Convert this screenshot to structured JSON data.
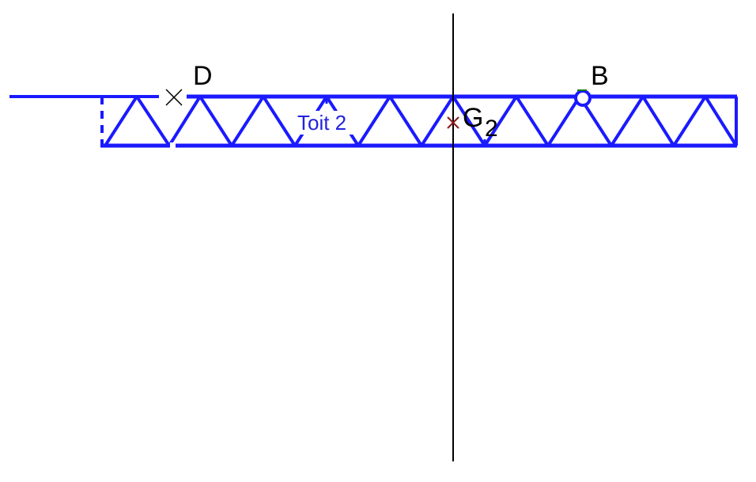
{
  "diagram": {
    "truss_label": "Toit 2",
    "point_d_label": "D",
    "point_b_label": "B",
    "point_g_label": "G",
    "point_g_subscript": "2"
  },
  "colors": {
    "truss": "#1a1aff",
    "label_blue": "#2222dd",
    "axis": "#000000",
    "centroid_marker": "#8b1a1a",
    "background": "#ffffff"
  },
  "icons": {
    "point_d": "cross-marker-icon",
    "point_b": "circle-marker-icon",
    "point_g": "cross-marker-icon"
  }
}
